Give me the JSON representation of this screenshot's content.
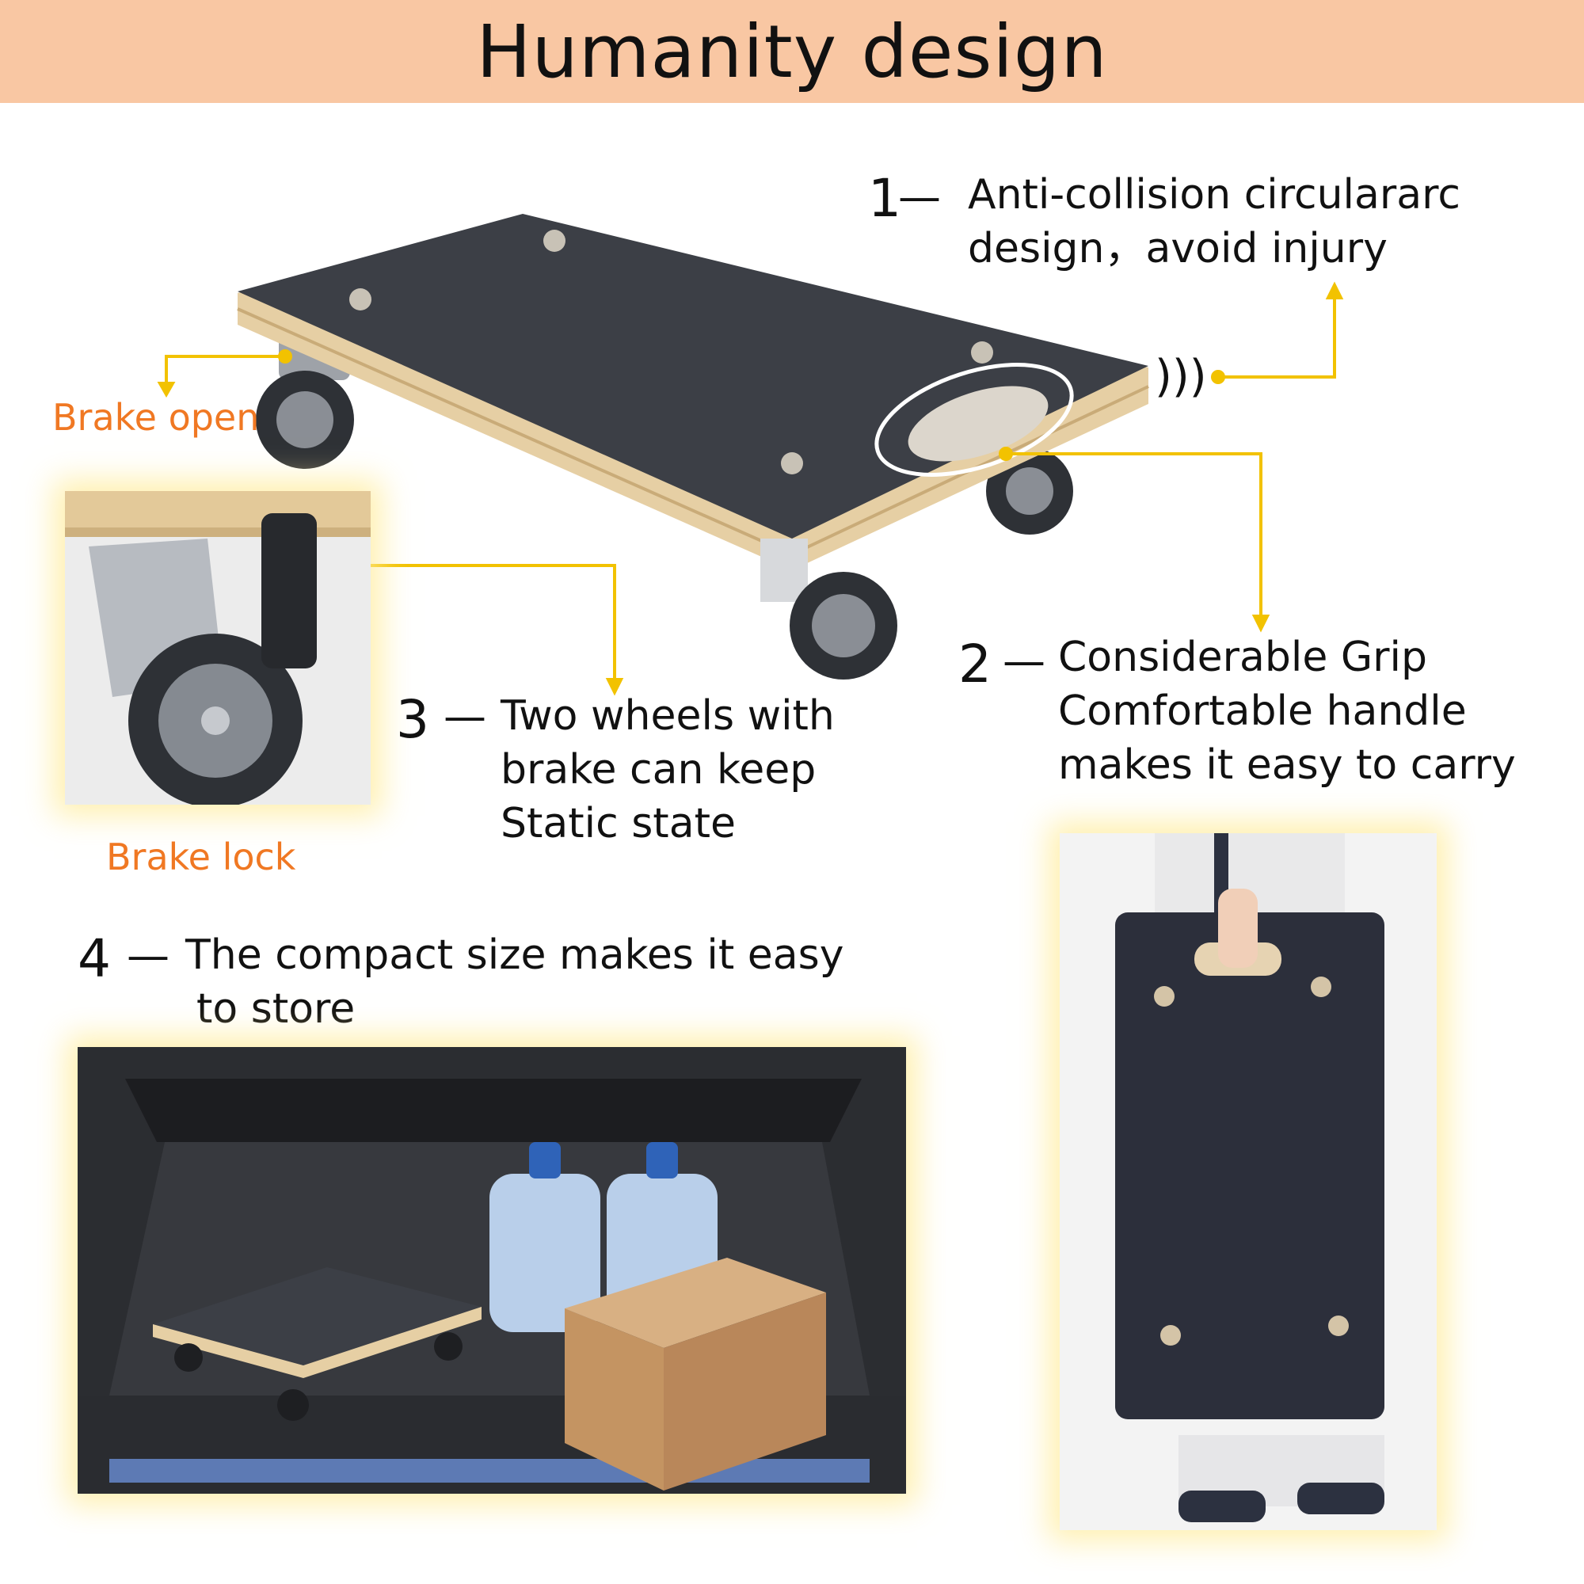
{
  "header": {
    "title": "Humanity design"
  },
  "features": [
    {
      "number": "1",
      "dash": "—",
      "lines": [
        "Anti-collision circulararc",
        "design，avoid injury"
      ]
    },
    {
      "number": "2",
      "dash": "—",
      "lines": [
        "Considerable Grip",
        "Comfortable handle",
        "makes it easy to carry"
      ]
    },
    {
      "number": "3",
      "dash": "—",
      "lines": [
        "Two wheels with",
        "brake can keep",
        "Static state"
      ]
    },
    {
      "number": "4",
      "dash": "—",
      "lines": [
        "The compact size makes it easy",
        "to store"
      ]
    }
  ],
  "labels": {
    "brake_open": "Brake open",
    "brake_lock": "Brake lock",
    "sound_arcs": ")))"
  },
  "colors": {
    "banner": "#f9c7a3",
    "accent_label": "#f07823",
    "pointer_line": "#f2c200",
    "board_surface": "#3c3f46",
    "plywood_edge": "#e6cfa4"
  }
}
